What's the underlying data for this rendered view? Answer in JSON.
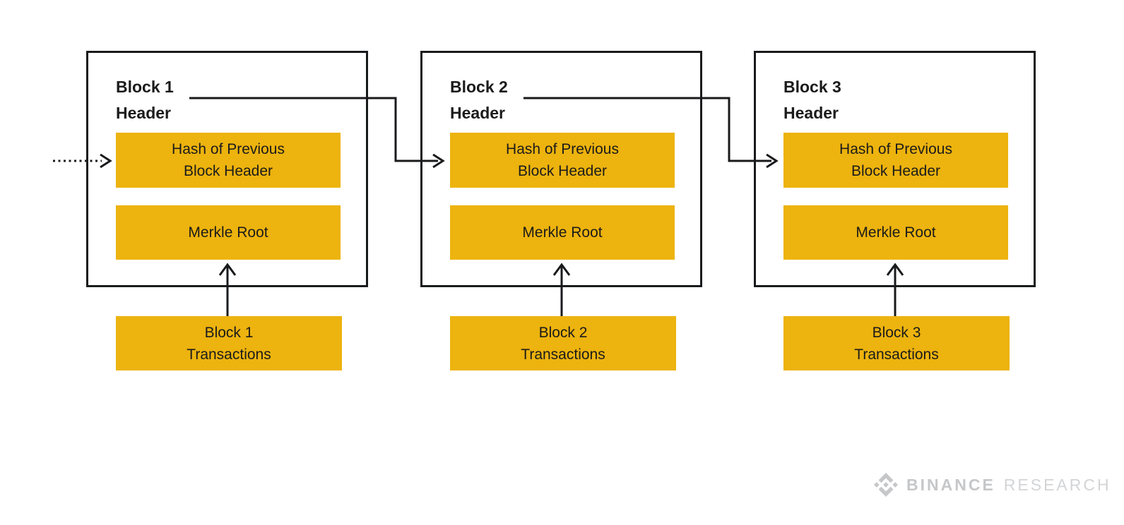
{
  "colors": {
    "canvas_bg": "#ffffff",
    "box_yellow": "#edb30e",
    "line_dark": "#191a1c",
    "text_dark": "#1b1b1b",
    "logo_gray_primary": "#c6c7c9",
    "logo_gray_secondary": "#d3d4d6"
  },
  "diagram": {
    "blocks": [
      {
        "title_line1": "Block 1",
        "title_line2": "Header",
        "hash_line1": "Hash of Previous",
        "hash_line2": "Block Header",
        "merkle_label": "Merkle Root",
        "tx_line1": "Block 1",
        "tx_line2": "Transactions"
      },
      {
        "title_line1": "Block 2",
        "title_line2": "Header",
        "hash_line1": "Hash of Previous",
        "hash_line2": "Block Header",
        "merkle_label": "Merkle Root",
        "tx_line1": "Block 2",
        "tx_line2": "Transactions"
      },
      {
        "title_line1": "Block 3",
        "title_line2": "Header",
        "hash_line1": "Hash of Previous",
        "hash_line2": "Block Header",
        "merkle_label": "Merkle Root",
        "tx_line1": "Block 3",
        "tx_line2": "Transactions"
      }
    ],
    "icons": {
      "genesis_arrow": "dotted-arrow-icon",
      "prev_hash_link": "elbow-arrow-icon",
      "transactions_arrow": "up-arrow-icon"
    }
  },
  "footer": {
    "logo_icon": "binance-diamond-icon",
    "brand": "BINANCE",
    "division": "RESEARCH"
  }
}
